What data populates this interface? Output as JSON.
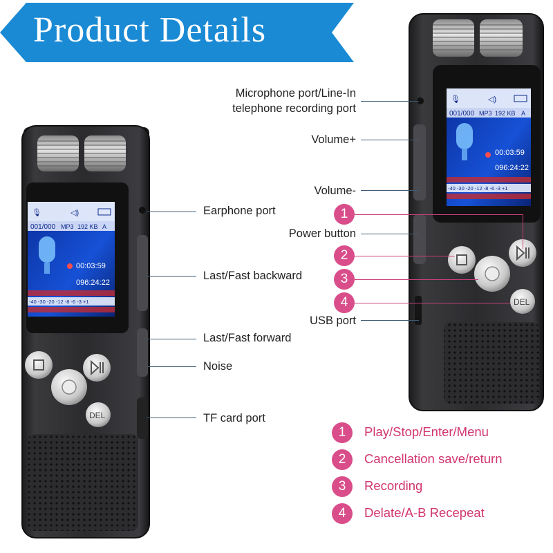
{
  "banner": {
    "title": "Product Details",
    "color": "#1a8ad4"
  },
  "screen": {
    "file_counter": "001/000",
    "format": "MP3",
    "bitrate": "192 KB",
    "mode": "A",
    "elapsed": "00:03:59",
    "remaining": "096:24:22",
    "level_scale": "-40 -30 -20 -12 -8 -6 -3 +1"
  },
  "buttons": {
    "del": "DEL"
  },
  "left_labels": [
    {
      "id": "earphone",
      "text": "Earphone port"
    },
    {
      "id": "backward",
      "text": "Last/Fast backward"
    },
    {
      "id": "forward",
      "text": "Last/Fast forward"
    },
    {
      "id": "noise",
      "text": "Noise"
    },
    {
      "id": "tf",
      "text": "TF card port"
    }
  ],
  "right_labels": {
    "mic_line1": "Microphone port/Line-In",
    "mic_line2": "telephone recording port",
    "volume_up": "Volume+",
    "volume_down": "Volume-",
    "power": "Power button",
    "usb": "USB port"
  },
  "callouts": [
    "1",
    "2",
    "3",
    "4"
  ],
  "legend": [
    {
      "num": "1",
      "text": "Play/Stop/Enter/Menu"
    },
    {
      "num": "2",
      "text": "Cancellation save/return"
    },
    {
      "num": "3",
      "text": "Recording"
    },
    {
      "num": "4",
      "text": "Delate/A-B Recepeat"
    }
  ],
  "colors": {
    "accent": "#d94e8a",
    "leader_line": "#3d5a73",
    "device_body": "#2a2a2d"
  }
}
